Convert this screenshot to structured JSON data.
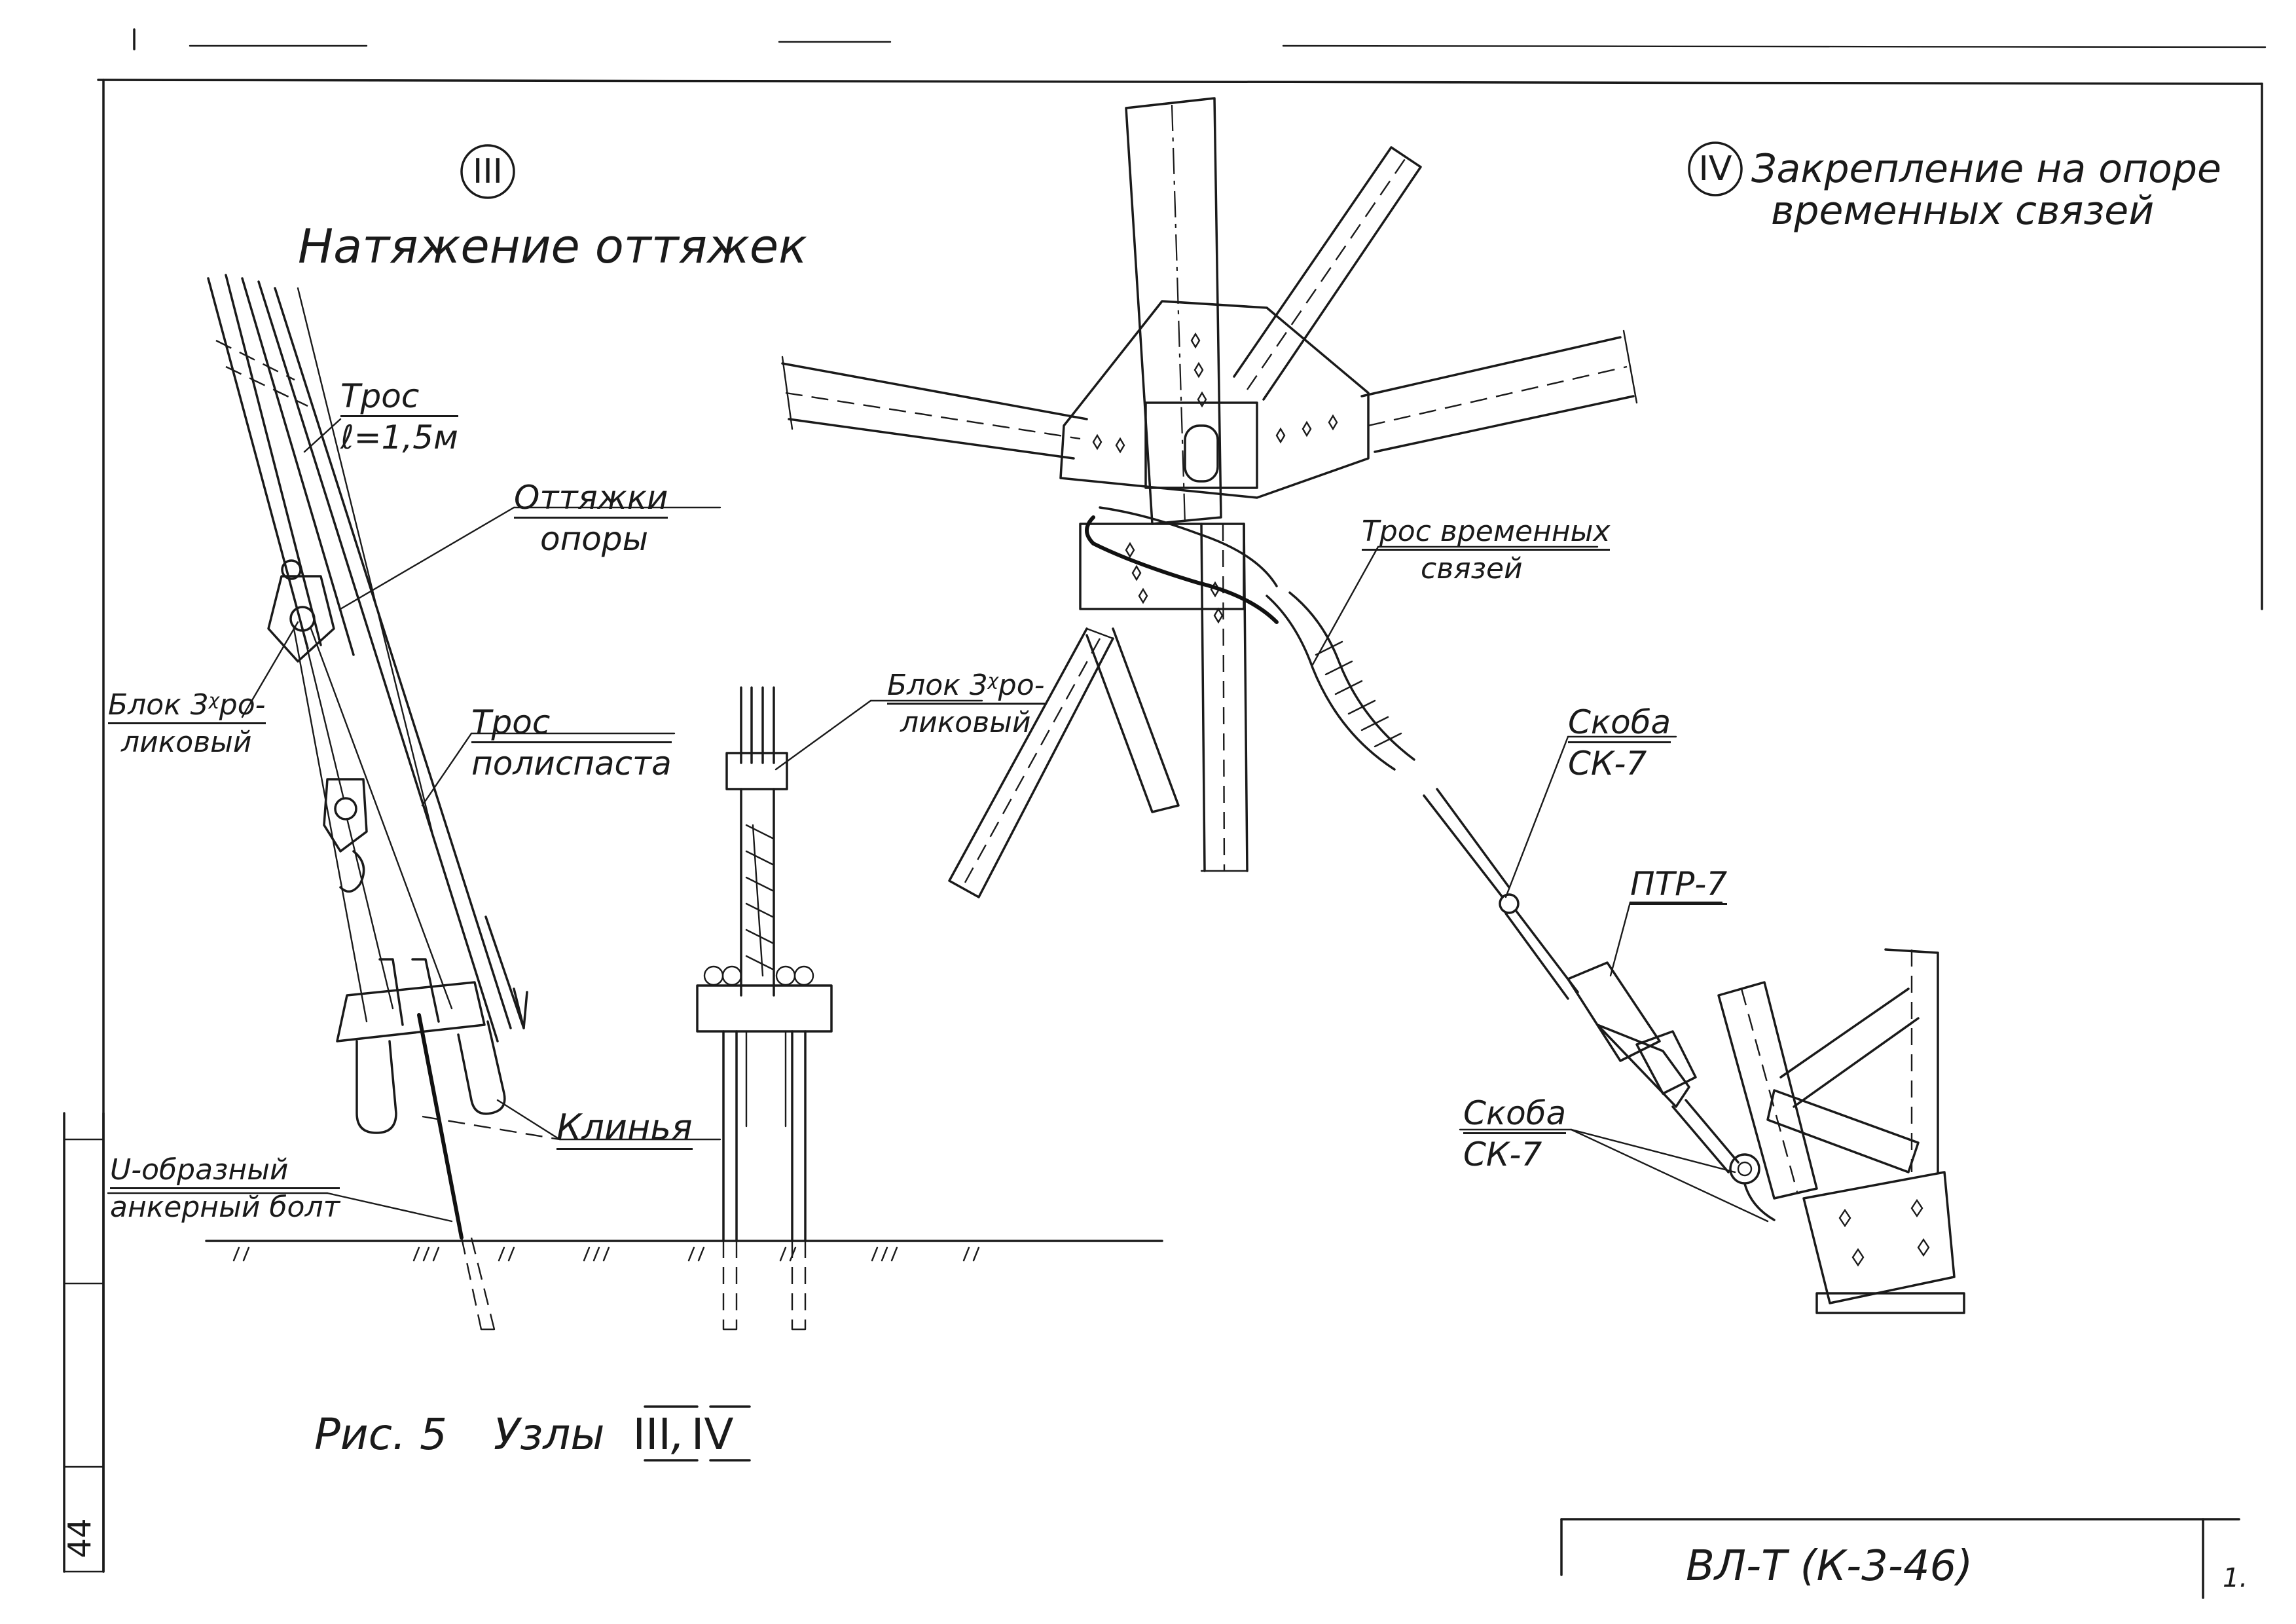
{
  "node3": {
    "number": "III",
    "title": "Натяжение оттяжек",
    "labels": {
      "rope_short_1": "Трос",
      "rope_short_2": "ℓ=1,5м",
      "guys_1": "Оттяжки",
      "guys_2": "опоры",
      "block_left_1": "Блок 3ᵡро-",
      "block_left_2": "ликовый",
      "pulley_rope_1": "Трос",
      "pulley_rope_2": "полиспаста",
      "block_mid_1": "Блок 3ᵡро-",
      "block_mid_2": "ликовый",
      "wedges": "Клинья",
      "ubolt_1": "U-образный",
      "ubolt_2": "анкерный болт"
    }
  },
  "node4": {
    "number": "IV",
    "title_1": "Закрепление на опоре",
    "title_2": "временных связей",
    "labels": {
      "temp_rope_1": "Трос временных",
      "temp_rope_2": "связей",
      "shackle_top_1": "Скоба",
      "shackle_top_2": "СК-7",
      "ptr": "ПТР-7",
      "shackle_bot_1": "Скоба",
      "shackle_bot_2": "СК-7"
    }
  },
  "caption": {
    "fig": "Рис. 5",
    "nodes_word": "Узлы",
    "n3": "III",
    "sep": ",",
    "n4": "IV"
  },
  "title_block": {
    "code": "ВЛ-Т (К-3-46)",
    "sheet_mark": "1.",
    "margin_number": "44"
  }
}
